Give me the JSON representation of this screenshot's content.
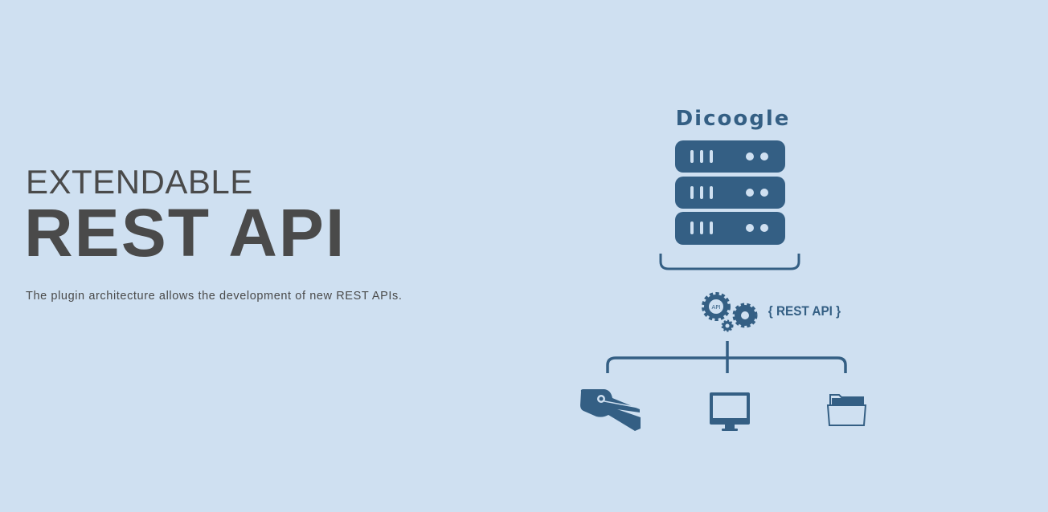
{
  "hero": {
    "kicker": "EXTENDABLE",
    "title": "REST API",
    "description": "The plugin architecture allows the development of new REST APIs."
  },
  "diagram": {
    "logo_text": "Dicoogle",
    "api_badge": "API",
    "rest_label": "{ REST API }",
    "icons": [
      "server-icon",
      "gears-icon",
      "mri-scanner-icon",
      "monitor-icon",
      "folder-icon"
    ],
    "colors": {
      "background": "#cfe0f1",
      "icon": "#345f84",
      "text": "#4a4a4a",
      "logo_accent": "#e0a060"
    }
  }
}
